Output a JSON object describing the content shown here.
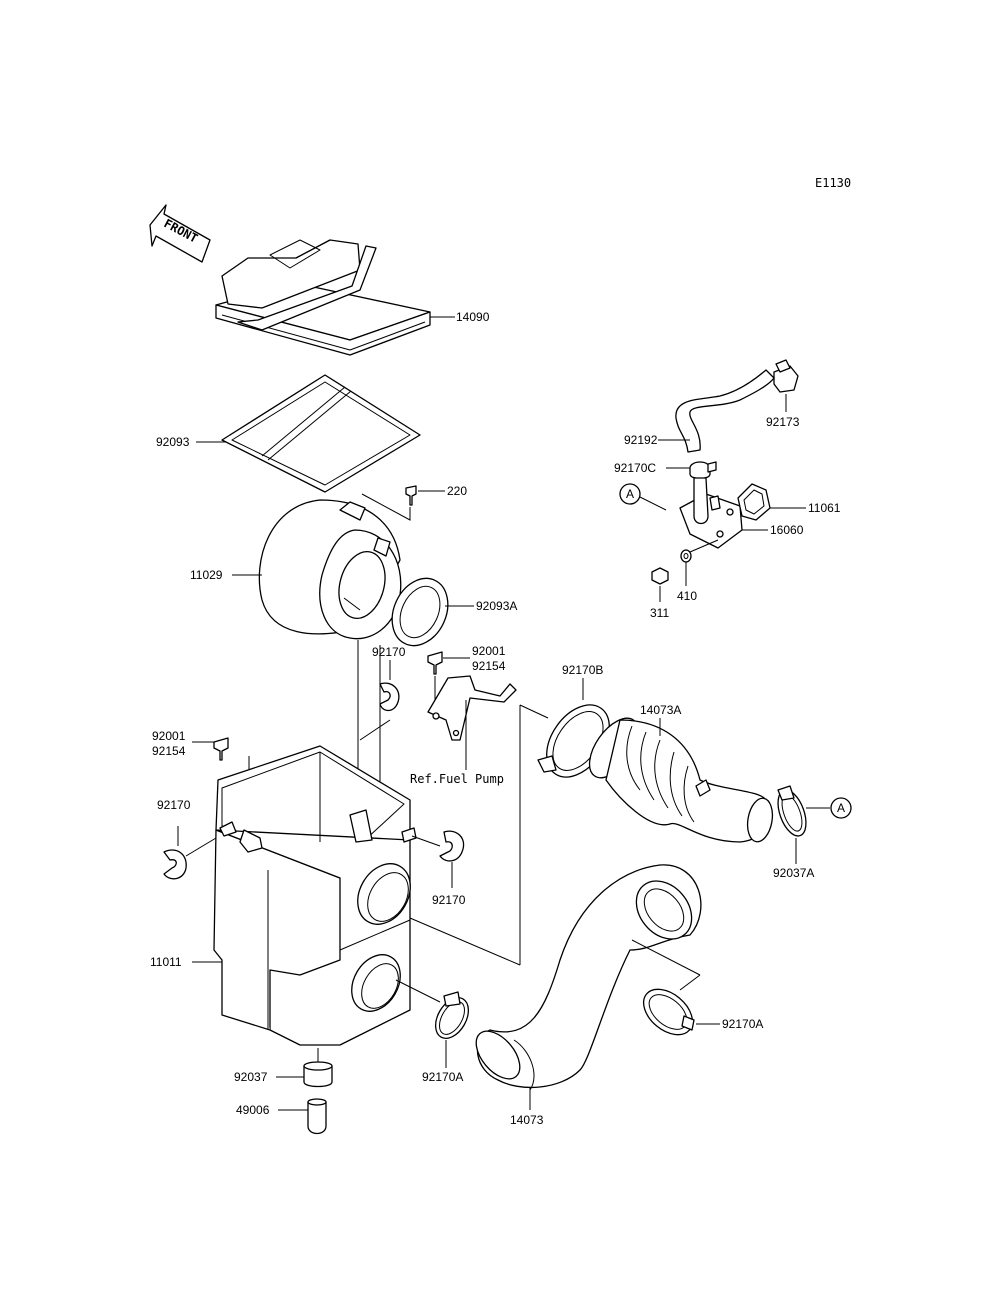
{
  "diagram_code": "E1130",
  "front_arrow": {
    "text": "FRONT"
  },
  "callouts": {
    "c14090": "14090",
    "c92093": "92093",
    "c220": "220",
    "c11029": "11029",
    "c92093A": "92093A",
    "c92001a": "92001",
    "c92154a": "92154",
    "c92170a": "92170",
    "c92001b": "92001",
    "c92154b": "92154",
    "c92170b": "92170",
    "c92170c": "92170",
    "ref_fuel_pump": "Ref.Fuel Pump",
    "c11011": "11011",
    "c92037": "92037",
    "c49006": "49006",
    "c92170A_left": "92170A",
    "c14073": "14073",
    "c92170A_right": "92170A",
    "c92170B": "92170B",
    "c14073A": "14073A",
    "c92037A": "92037A",
    "c92173": "92173",
    "c92192": "92192",
    "c92170C": "92170C",
    "c11061": "11061",
    "c16060": "16060",
    "c410": "410",
    "c311": "311",
    "marker_a_top": "A",
    "marker_a_right": "A"
  }
}
